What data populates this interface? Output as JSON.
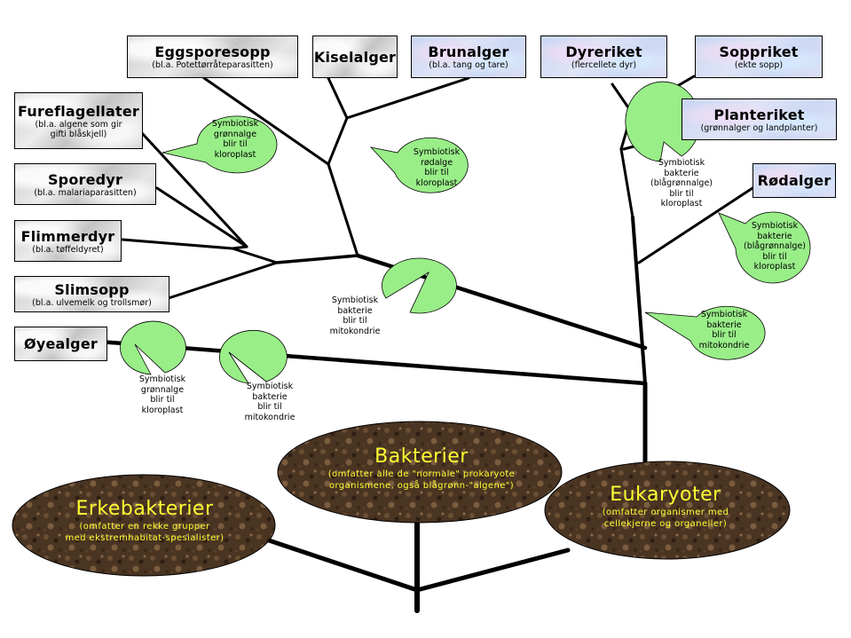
{
  "diagram": {
    "type": "phylogenetic-tree",
    "language": "no"
  },
  "groups": {
    "eggsporesopp": {
      "title": "Eggsporesopp",
      "subtitle": "(bl.a. Potettørråteparasitten)"
    },
    "kiselalger": {
      "title": "Kiselalger",
      "subtitle": ""
    },
    "brunalger": {
      "title": "Brunalger",
      "subtitle": "(bl.a. tang og tare)"
    },
    "dyreriket": {
      "title": "Dyreriket",
      "subtitle": "(flercellete dyr)"
    },
    "soppriket": {
      "title": "Soppriket",
      "subtitle": "(ekte sopp)"
    },
    "planteriket": {
      "title": "Planteriket",
      "subtitle": "(grønnalger og landplanter)"
    },
    "rodalger": {
      "title": "Rødalger",
      "subtitle": ""
    },
    "fureflagellater": {
      "title": "Fureflagellater",
      "subtitle": "(bl.a. algene som gir\ngifti blåskjell)"
    },
    "sporedyr": {
      "title": "Sporedyr",
      "subtitle": "(bl.a. malariaparasitten)"
    },
    "flimmerdyr": {
      "title": "Flimmerdyr",
      "subtitle": "(bl.a. tøffeldyret)"
    },
    "slimsopp": {
      "title": "Slimsopp",
      "subtitle": "(bl.a. ulvemelk og trollsmør)"
    },
    "oyealger": {
      "title": "Øyealger",
      "subtitle": ""
    }
  },
  "domains": {
    "bakterier": {
      "title": "Bakterier",
      "subtitle": "(omfatter alle de \"normale\" prokaryote\norganismene, også blågrønn-\"algene\")"
    },
    "erkebakterier": {
      "title": "Erkebakterier",
      "subtitle": "(omfatter en rekke grupper\nmed ekstremhabitat-spesialister)"
    },
    "eukaryoter": {
      "title": "Eukaryoter",
      "subtitle": "(omfatter organismer med\ncellekjerne og organeller)"
    }
  },
  "callouts": {
    "fure_gronnalge": "Symbiotisk\ngrønnalge\nblir til\nkloroplast",
    "rodalge": "Symbiotisk\nrødalge\nblir til\nkloroplast",
    "center_mito": "Symbiotisk\nbakterie\nblir til\nmitokondrie",
    "plant_blagronn": "Symbiotisk\nbakterie\n(blågrønnalge)\nblir til\nkloroplast",
    "rod_blagronn": "Symbiotisk\nbakterie\n(blågrønnalge)\nblir til\nkloroplast",
    "right_mito": "Symbiotisk\nbakterie\nblir til\nmitokondrie",
    "oye_gronnalge": "Symbiotisk\ngrønnalge\nblir til\nkloroplast",
    "oye_mito": "Symbiotisk\nbakterie\nblir til\nmitokondrie"
  },
  "colors": {
    "callout_fill": "#99ee88",
    "oval_fill": "#4a3422",
    "oval_text": "#ffff33",
    "line": "#000000"
  }
}
